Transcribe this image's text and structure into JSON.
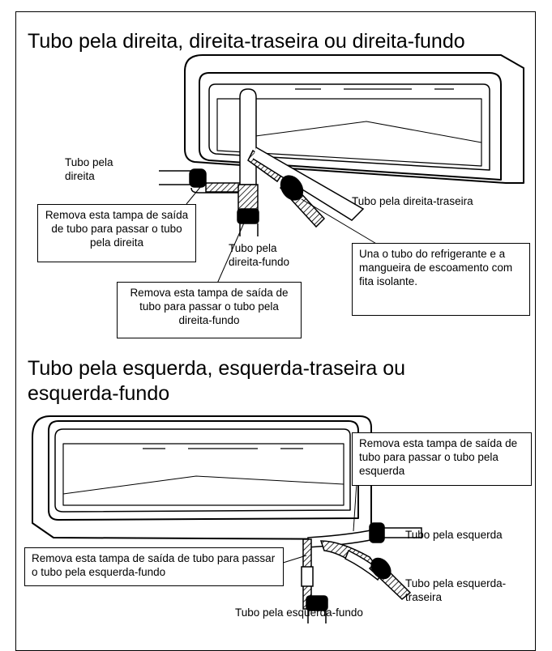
{
  "headings": {
    "top": "Tubo pela direita, direita-traseira ou direita-fundo",
    "bottom": "Tubo pela esquerda, esquerda-traseira ou esquerda-fundo"
  },
  "top_labels": {
    "right": "Tubo pela direita",
    "right_rear": "Tubo pela direita-traseira",
    "right_bottom": "Tubo pela direita-fundo"
  },
  "top_callouts": {
    "remove_right": "Remova esta tampa de saída de tubo para passar o tubo pela direita",
    "remove_right_bottom": "Remova esta tampa de saída de tubo para passar o tubo pela direita-fundo",
    "tape": "Una o tubo do refrigerante e a mangueira de escoamento com fita isolante."
  },
  "bottom_labels": {
    "left": "Tubo pela esquerda",
    "left_rear": "Tubo pela esquerda-traseira",
    "left_bottom": "Tubo pela esquerda-fundo"
  },
  "bottom_callouts": {
    "remove_left": "Remova esta tampa de saída de tubo para passar o tubo pela esquerda",
    "remove_left_bottom": "Remova esta tampa de saída de tubo para passar o tubo pela esquerda-fundo"
  }
}
